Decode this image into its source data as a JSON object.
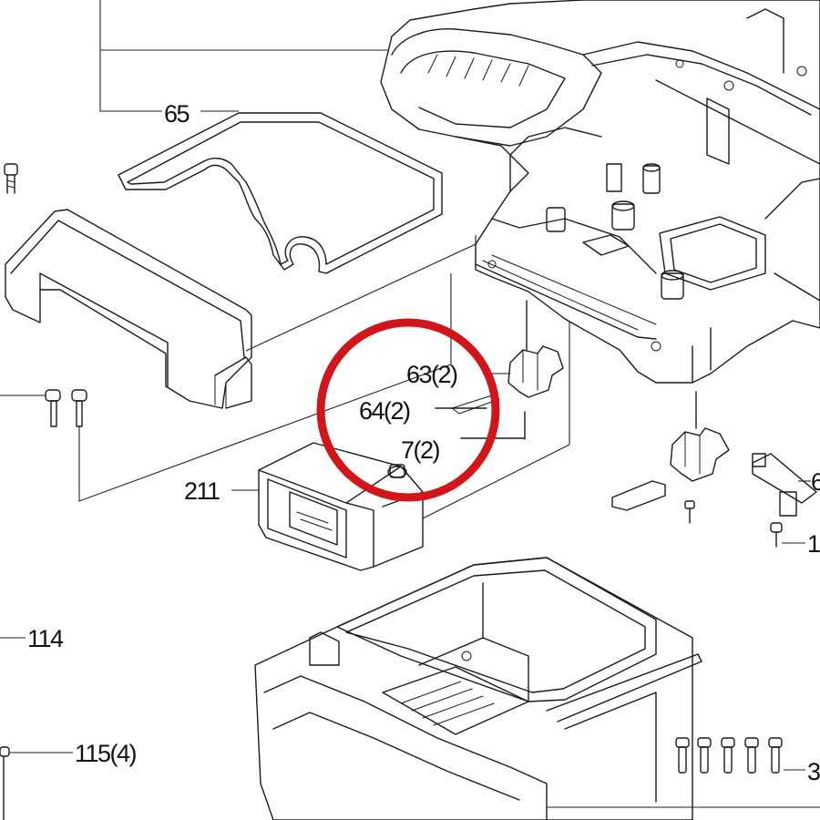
{
  "callouts": [
    {
      "id": "p65",
      "text": "65"
    },
    {
      "id": "p63",
      "text": "63(2)"
    },
    {
      "id": "p64",
      "text": "64(2)"
    },
    {
      "id": "p7",
      "text": "7(2)"
    },
    {
      "id": "p211",
      "text": "211"
    },
    {
      "id": "p114",
      "text": "114"
    },
    {
      "id": "p115",
      "text": "115(4)"
    },
    {
      "id": "p6x",
      "text": "6"
    },
    {
      "id": "p1x",
      "text": "1"
    },
    {
      "id": "p3x",
      "text": "3"
    }
  ],
  "highlight": {
    "shape": "circle",
    "color": "#d0161b"
  },
  "line_color": "#1a1a1a"
}
